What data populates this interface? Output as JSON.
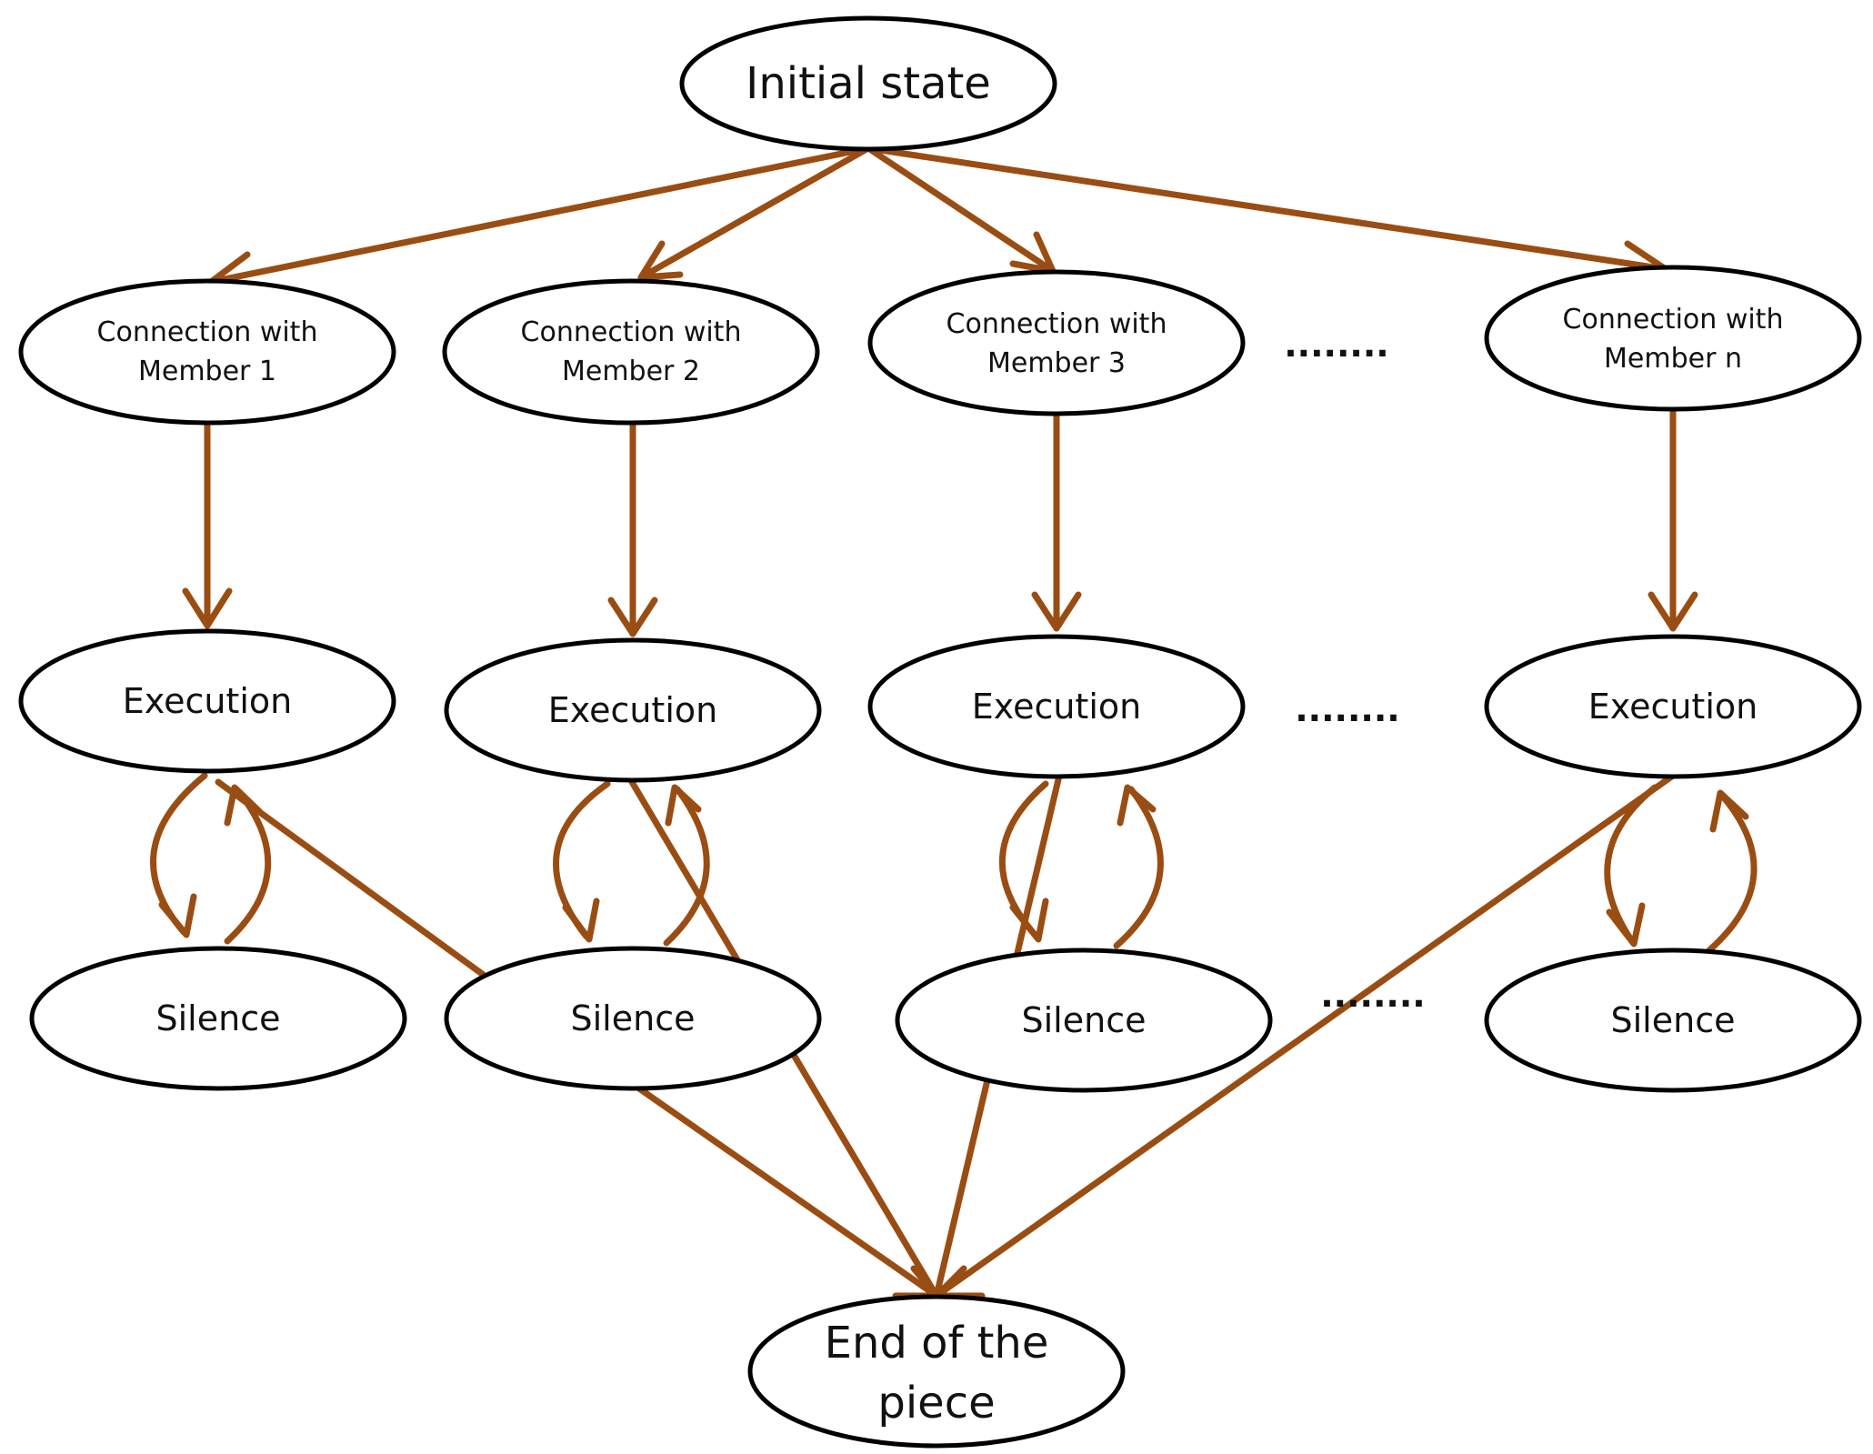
{
  "colors": {
    "edge": "#9a4d12",
    "node_stroke": "#000000",
    "text": "#111111"
  },
  "nodes": {
    "initial_state": "Initial state",
    "connection_1": [
      "Connection with",
      "Member 1"
    ],
    "connection_2": [
      "Connection with",
      "Member 2"
    ],
    "connection_3": [
      "Connection with",
      "Member 3"
    ],
    "connection_n": [
      "Connection with",
      "Member n"
    ],
    "execution": "Execution",
    "silence": "Silence",
    "end": [
      "End of the",
      "piece"
    ]
  },
  "ellipsis": "........"
}
